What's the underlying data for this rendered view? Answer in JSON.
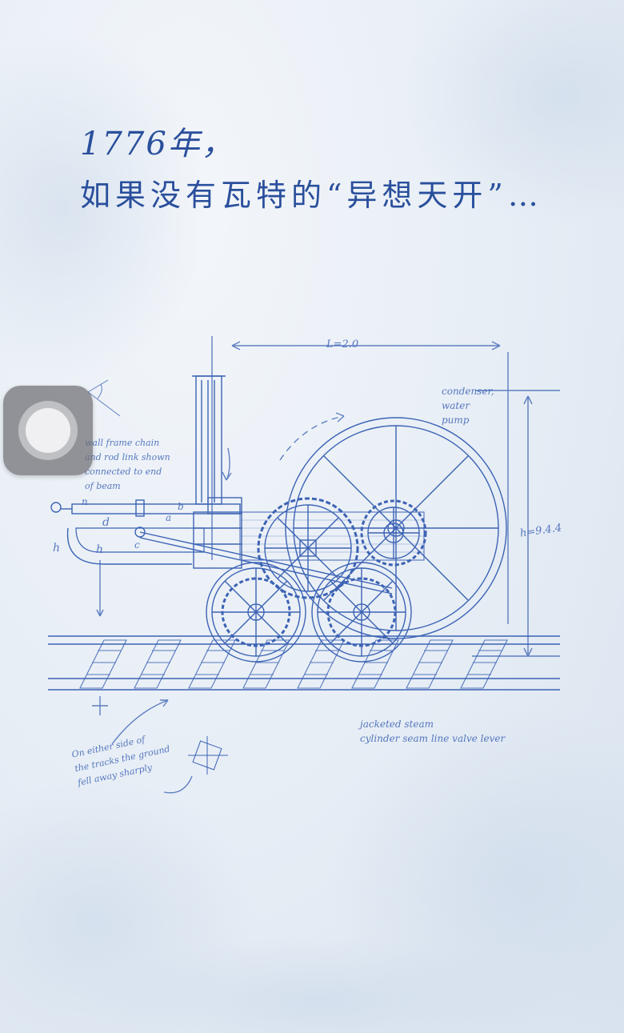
{
  "headline": {
    "year": "1776年，",
    "caption": "如果没有瓦特的“异想天开”…"
  },
  "annotations": {
    "dimension_top": "L=2.0",
    "dimension_side": "h=9.4.4",
    "condenser": [
      "condenser,",
      "water",
      "pump"
    ],
    "chain": [
      "wall frame chain",
      "and rod link shown",
      "connected to end",
      "of beam"
    ],
    "cylinder": [
      "jacketed steam",
      "cylinder  seam line valve lever"
    ],
    "ground": [
      "On either side of",
      "the tracks the ground",
      "fell away sharply"
    ],
    "labels": [
      "n",
      "a",
      "b",
      "d",
      "c",
      "h",
      "h"
    ]
  },
  "colors": {
    "ink": "#2a4f9c",
    "line": "#3c63b4",
    "paper": "#e6edf5",
    "assistive_touch": "#6e6e73"
  },
  "icons": {
    "assistive_touch": "assistive-touch-icon"
  }
}
